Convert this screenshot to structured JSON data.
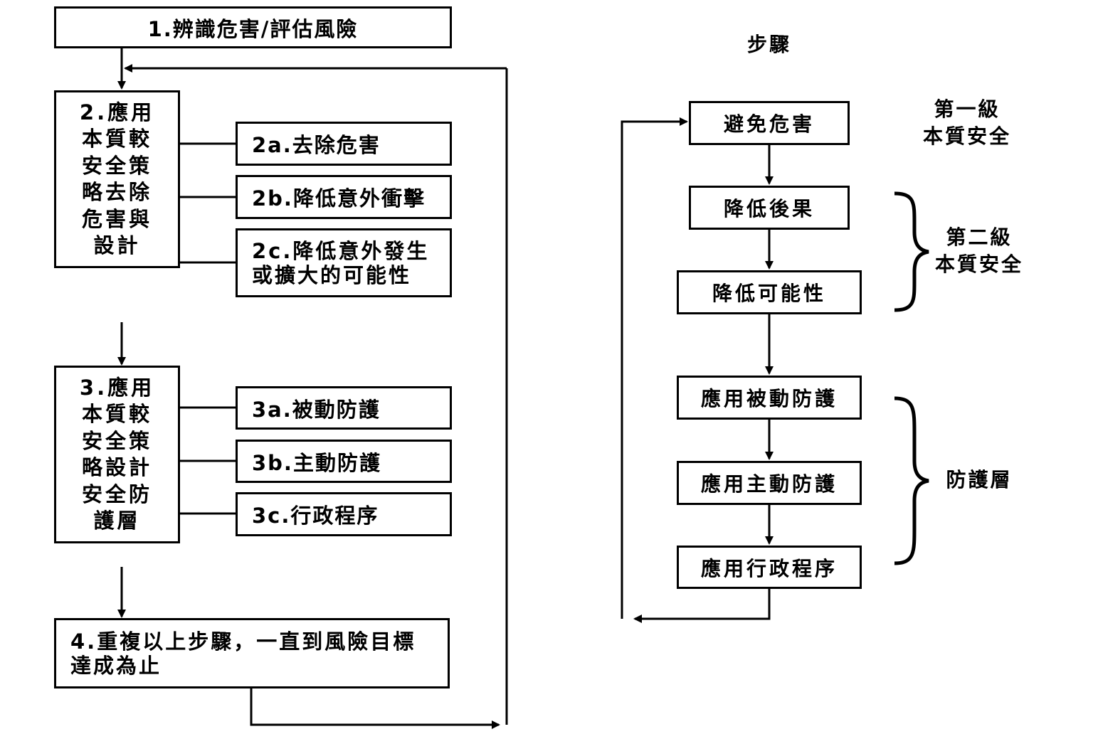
{
  "left_flow": {
    "step1": "1.辨識危害/評估風險",
    "step2": "2.應用\n本質較\n安全策\n略去除\n危害與\n設計",
    "step2a": "2a.去除危害",
    "step2b": "2b.降低意外衝擊",
    "step2c": "2c.降低意外發生\n或擴大的可能性",
    "step3": "3.應用\n本質較\n安全策\n略設計\n安全防\n護層",
    "step3a": "3a.被動防護",
    "step3b": "3b.主動防護",
    "step3c": "3c.行政程序",
    "step4": "4.重複以上步驟，一直到風險目標\n達成為止"
  },
  "right_flow": {
    "header": "步驟",
    "s1": "避免危害",
    "s2": "降低後果",
    "s3": "降低可能性",
    "s4": "應用被動防護",
    "s5": "應用主動防護",
    "s6": "應用行政程序",
    "group1": "第一級\n本質安全",
    "group2": "第二級\n本質安全",
    "group3": "防護層"
  }
}
